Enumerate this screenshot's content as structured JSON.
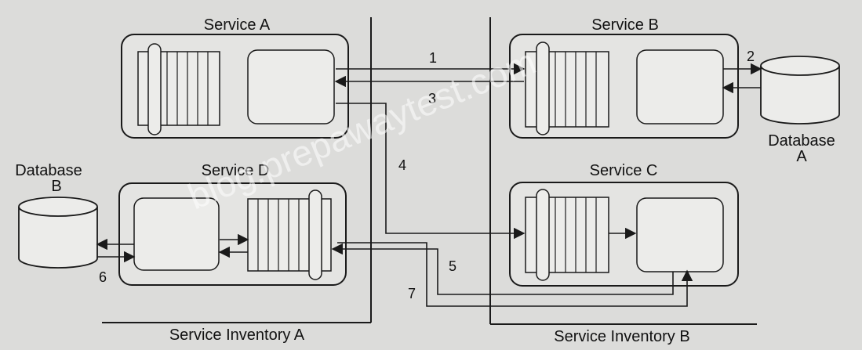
{
  "diagram": {
    "services": {
      "a": "Service A",
      "b": "Service B",
      "c": "Service C",
      "d": "Service D"
    },
    "databases": {
      "a": [
        "Database",
        "A"
      ],
      "b": [
        "Database",
        "B"
      ]
    },
    "inventories": {
      "a": "Service Inventory A",
      "b": "Service Inventory B"
    },
    "steps": [
      "1",
      "2",
      "3",
      "4",
      "5",
      "6",
      "7"
    ],
    "watermark": "blog.prepawaytest.com"
  },
  "colors": {
    "background": "#dcdcda",
    "container": "#e4e4e2",
    "inner": "#ececea",
    "stroke": "#1a1a1a"
  }
}
